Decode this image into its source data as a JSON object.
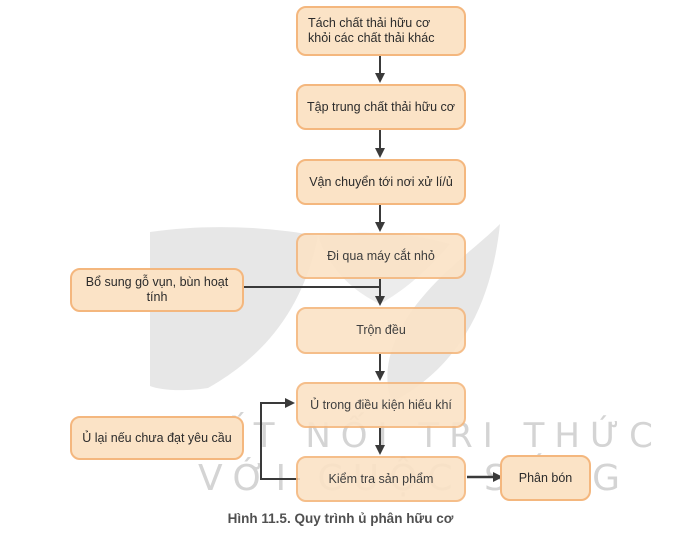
{
  "nodes": {
    "separate": "Tách chất thải hữu cơ khỏi các chất thải khác",
    "collect": "Tập trung chất thải hữu cơ",
    "transport": "Vận chuyển tới nơi xử lí/ủ",
    "shred": "Đi qua máy cắt nhỏ",
    "add_materials": "Bổ sung gỗ vụn, bùn hoạt tính",
    "mix": "Trộn đều",
    "compost": "Ủ trong điều kiện hiếu khí",
    "recompost": "Ủ lại nếu chưa đạt yêu cầu",
    "check": "Kiểm tra sản phẩm",
    "fertilizer": "Phân bón"
  },
  "watermark": {
    "line1": "KẾT NỐI TRI THỨC",
    "line2": "VỚI CUỘC SỐNG"
  },
  "caption": "Hình 11.5. Quy trình ủ phân hữu cơ",
  "colors": {
    "box_fill": "#fbe3c6",
    "box_border": "#f4b77e",
    "arrow": "#3a3a3a",
    "watermark": "#d4d4d4"
  }
}
